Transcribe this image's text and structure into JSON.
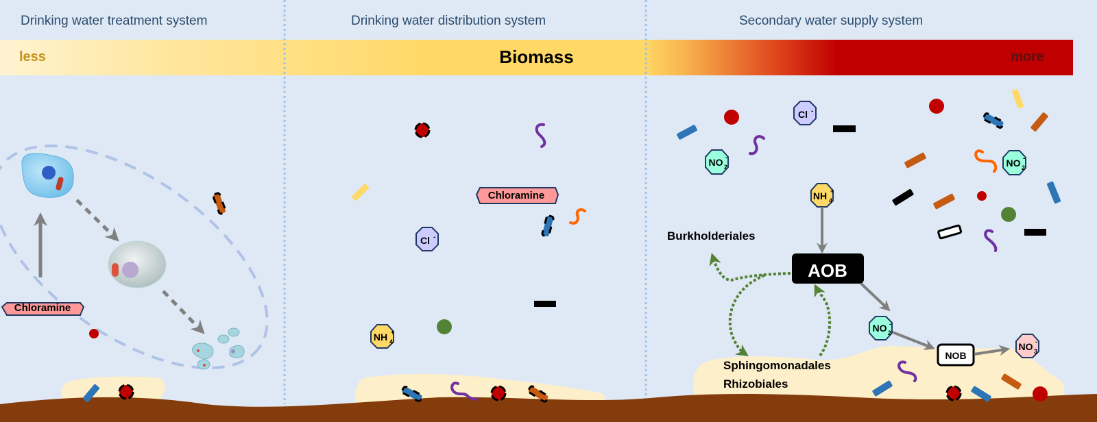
{
  "sections": [
    {
      "title": "Drinking water treatment system"
    },
    {
      "title": "Drinking water distribution system"
    },
    {
      "title": "Secondary water supply system"
    }
  ],
  "biomass_bar": {
    "label": "Biomass",
    "low_label": "less",
    "high_label": "more",
    "colors": {
      "low": "#fff3d1",
      "mid": "#ffd866",
      "high": "#c00000"
    }
  },
  "labels": {
    "chloramine": "Chloramine",
    "chloride": "Cl",
    "chloride_charge": "-",
    "ammonium": "NH",
    "ammonium_sub": "4",
    "ammonium_charge": "+",
    "nitrite": "NO",
    "nitrite_sub": "2",
    "nitrite_charge": "-",
    "nitrate": "NO",
    "nitrate_sub": "3",
    "nitrate_charge": "-",
    "aob": "AOB",
    "nob": "NOB",
    "burkholderiales": "Burkholderiales",
    "sphingomonadales": "Sphingomonadales",
    "rhizobiales": "Rhizobiales"
  },
  "colors": {
    "background": "#dfe9f6",
    "biofilm": "#fdefc9",
    "sediment": "#843c0c",
    "chloramine_fill": "#ff9999",
    "chloride_fill": "#ccccff",
    "ammonium_fill": "#ffd966",
    "nitrite_fill": "#99ffdd",
    "nitrate_fill": "#ffcccc",
    "arrow_gray": "#808080",
    "arrow_green": "#548235"
  }
}
